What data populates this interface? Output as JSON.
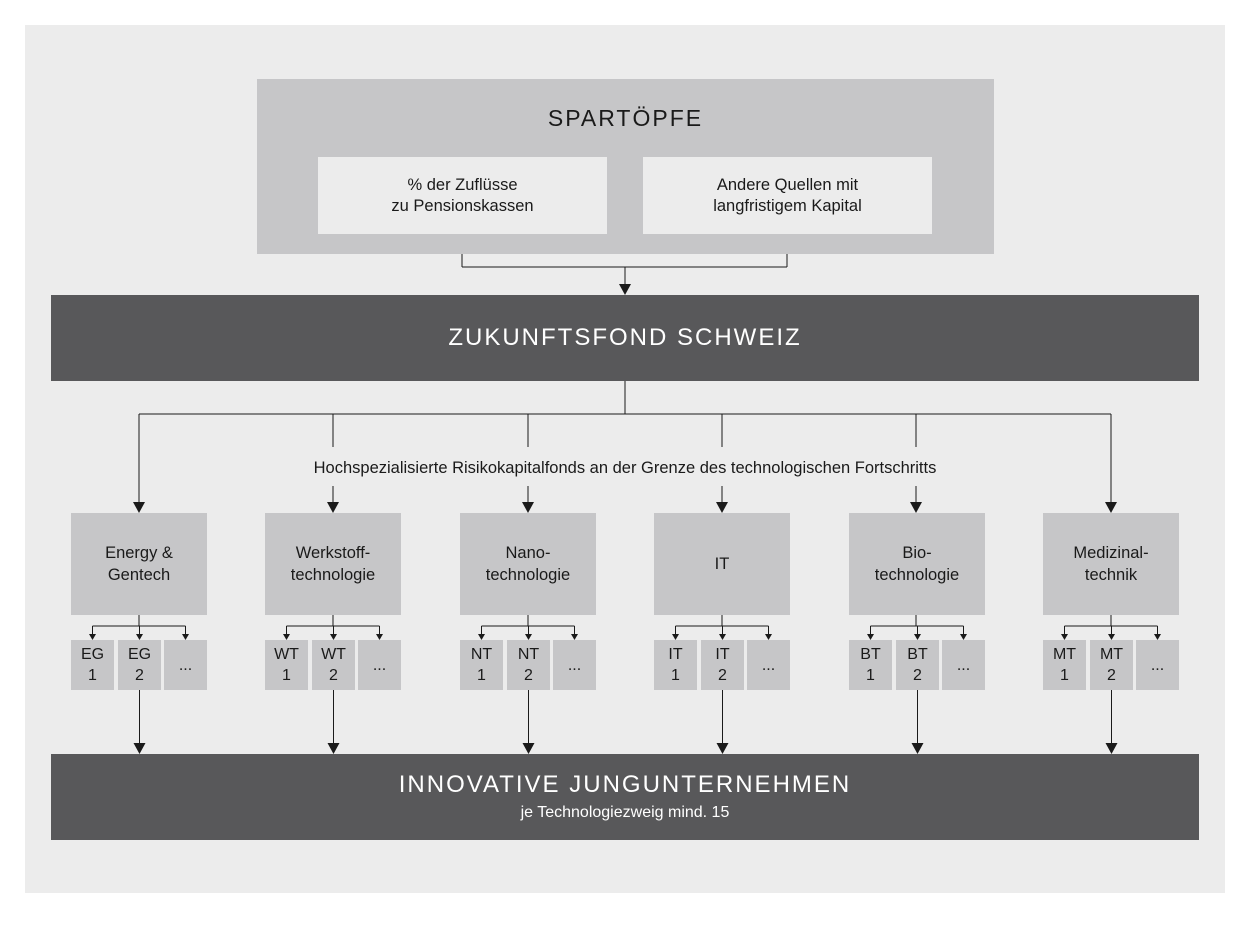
{
  "sources": {
    "title": "SPARTÖPFE",
    "items": [
      {
        "line1": "% der Zuflüsse",
        "line2": "zu Pensionskassen"
      },
      {
        "line1": "Andere Quellen mit",
        "line2": "langfristigem Kapital"
      }
    ]
  },
  "fund": {
    "title": "ZUKUNFTSFOND SCHWEIZ"
  },
  "branch_caption": "Hochspezialisierte Risikokapitalfonds an der Grenze des technologischen Fortschritts",
  "technologies": [
    {
      "line1": "Energy &",
      "line2": "Gentech",
      "sub": [
        {
          "a": "EG",
          "b": "1"
        },
        {
          "a": "EG",
          "b": "2"
        },
        {
          "a": "...",
          "b": ""
        }
      ]
    },
    {
      "line1": "Werkstoff-",
      "line2": "technologie",
      "sub": [
        {
          "a": "WT",
          "b": "1"
        },
        {
          "a": "WT",
          "b": "2"
        },
        {
          "a": "...",
          "b": ""
        }
      ]
    },
    {
      "line1": "Nano-",
      "line2": "technologie",
      "sub": [
        {
          "a": "NT",
          "b": "1"
        },
        {
          "a": "NT",
          "b": "2"
        },
        {
          "a": "...",
          "b": ""
        }
      ]
    },
    {
      "line1": "IT",
      "line2": "",
      "sub": [
        {
          "a": "IT",
          "b": "1"
        },
        {
          "a": "IT",
          "b": "2"
        },
        {
          "a": "...",
          "b": ""
        }
      ]
    },
    {
      "line1": "Bio-",
      "line2": "technologie",
      "sub": [
        {
          "a": "BT",
          "b": "1"
        },
        {
          "a": "BT",
          "b": "2"
        },
        {
          "a": "...",
          "b": ""
        }
      ]
    },
    {
      "line1": "Medizinal-",
      "line2": "technik",
      "sub": [
        {
          "a": "MT",
          "b": "1"
        },
        {
          "a": "MT",
          "b": "2"
        },
        {
          "a": "...",
          "b": ""
        }
      ]
    }
  ],
  "outcome": {
    "title": "INNOVATIVE JUNGUNTERNEHMEN",
    "subtitle": "je Technologiezweig mind. 15"
  },
  "colors": {
    "panel": "#ececec",
    "light_box": "#c6c6c8",
    "dark_bar": "#58585a",
    "line": "#1a1a1a"
  }
}
